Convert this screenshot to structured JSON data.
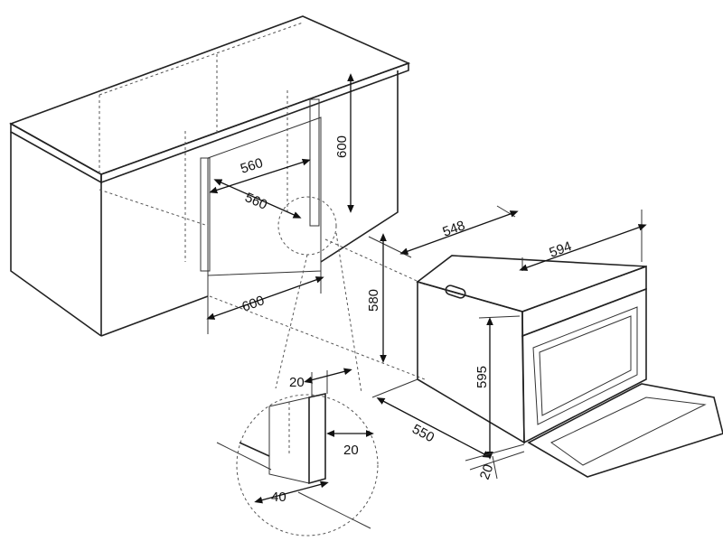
{
  "dimensions": {
    "niche_depth_top": "560",
    "niche_depth_inner": "560",
    "niche_height": "600",
    "niche_width": "600",
    "oven_height_side": "580",
    "oven_depth_top": "548",
    "oven_width": "594",
    "oven_front_height": "595",
    "oven_depth_bottom": "550",
    "door_gap": "20",
    "detail_side_top": "20",
    "detail_side_right": "20",
    "detail_bottom": "40"
  }
}
